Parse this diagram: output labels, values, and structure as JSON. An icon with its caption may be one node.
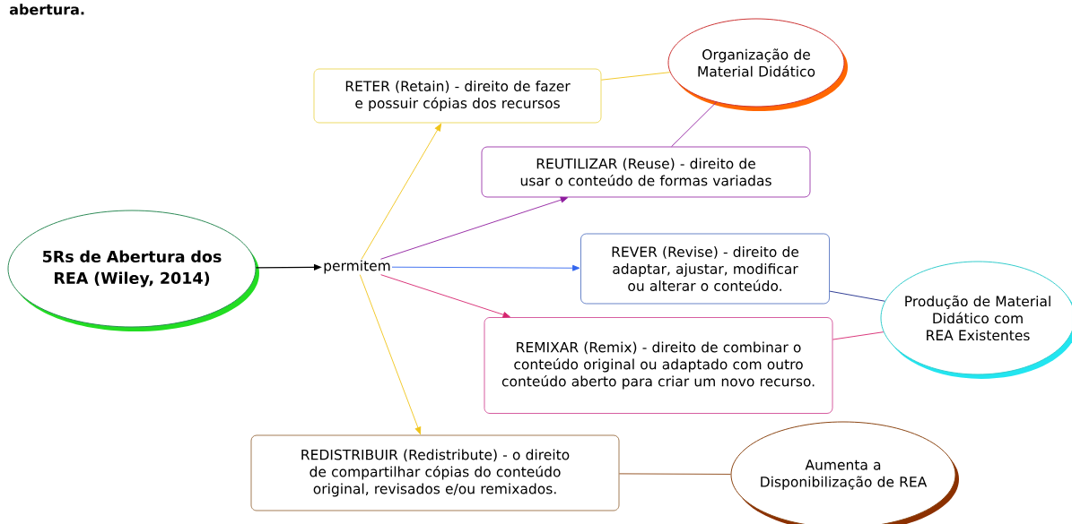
{
  "diagram": {
    "nodes": [
      {
        "text": [
          "5Rs de Abertura dos REA (Wiley, 2014)"
        ]
      },
      {
        "text": [
          "permitem"
        ]
      },
      {
        "text": [
          "RETER (Retain) - direito de fazer e possuir cópias dos recursos"
        ]
      },
      {
        "text": [
          "Organização de Material Didático"
        ]
      },
      {
        "text": [
          "REUTILIZAR (Reuse) - direito de usar o conteúdo de formas variadas"
        ]
      },
      {
        "text": [
          "REVER (Revise) - direito de adaptar, ajustar, modificar ou alterar o conteúdo."
        ]
      },
      {
        "text": [
          "Produção de Material Didático com REA Existentes"
        ]
      },
      {
        "text": [
          "REMIXAR (Remix) - direito de combinar o conteúdo original ou adaptado com outro conteúdo aberto para criar um novo recurso."
        ]
      },
      {
        "text": [
          "REDISTRIBUIR (Redistribute) - o direito de compartilhar cópias do conteúdo original, revisados e/ou remixados."
        ]
      },
      {
        "text": [
          "Aumenta a Disponibilização de REA"
        ]
      }
    ],
    "edges": [
      {
        "from": 0,
        "to": 1,
        "arrow": "to",
        "color": "#000000"
      },
      {
        "from": 1,
        "to": 2,
        "arrow": "to",
        "color": "#f0c419"
      },
      {
        "from": 1,
        "to": 4,
        "arrow": "to",
        "color": "#8e1c9e"
      },
      {
        "from": 1,
        "to": 5,
        "arrow": "to",
        "color": "#3366ee"
      },
      {
        "from": 1,
        "to": 7,
        "arrow": "to",
        "color": "#d6246e"
      },
      {
        "from": 1,
        "to": 8,
        "arrow": "to",
        "color": "#f0c419"
      },
      {
        "from": 2,
        "to": 3,
        "arrow": "none",
        "color": "#f0c419"
      },
      {
        "from": 4,
        "to": 3,
        "arrow": "none",
        "color": "#8e1c9e"
      },
      {
        "from": 5,
        "to": 6,
        "arrow": "none",
        "color": "#1c2a8a"
      },
      {
        "from": 7,
        "to": 6,
        "arrow": "none",
        "color": "#d6246e"
      },
      {
        "from": 8,
        "to": 9,
        "arrow": "none",
        "color": "#8b4513"
      }
    ],
    "labels": [
      "abertura."
    ]
  }
}
